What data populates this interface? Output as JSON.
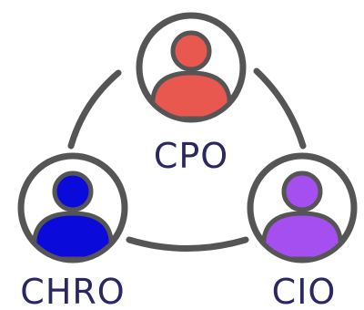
{
  "diagram": {
    "nodes": [
      {
        "id": "cpo",
        "label": "CPO",
        "color": "#e8584f",
        "icon": "person-icon"
      },
      {
        "id": "chro",
        "label": "CHRO",
        "color": "#0a0adb",
        "icon": "person-icon"
      },
      {
        "id": "cio",
        "label": "CIO",
        "color": "#a64ff0",
        "icon": "person-icon"
      }
    ],
    "ring_color": "#555555",
    "connector_color": "#555555",
    "label_color": "#2b2664"
  }
}
